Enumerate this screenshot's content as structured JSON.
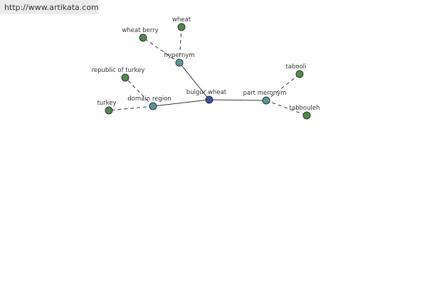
{
  "header": {
    "url": "http://www.artikata.com"
  },
  "graph": {
    "center": {
      "label": "bulgur wheat",
      "color": "#3b4ea0"
    },
    "relations": [
      {
        "id": "hypernym",
        "label": "hypernym",
        "color": "#5a96a0",
        "terms": [
          "wheat berry",
          "wheat"
        ]
      },
      {
        "id": "domain-region",
        "label": "domain region",
        "color": "#5a96a0",
        "terms": [
          "republic of turkey",
          "turkey"
        ]
      },
      {
        "id": "part-meronym",
        "label": "part meronym",
        "color": "#5a96a0",
        "terms": [
          "tabooli",
          "tabbouleh"
        ]
      }
    ],
    "term_color": "#4f8a4a"
  }
}
